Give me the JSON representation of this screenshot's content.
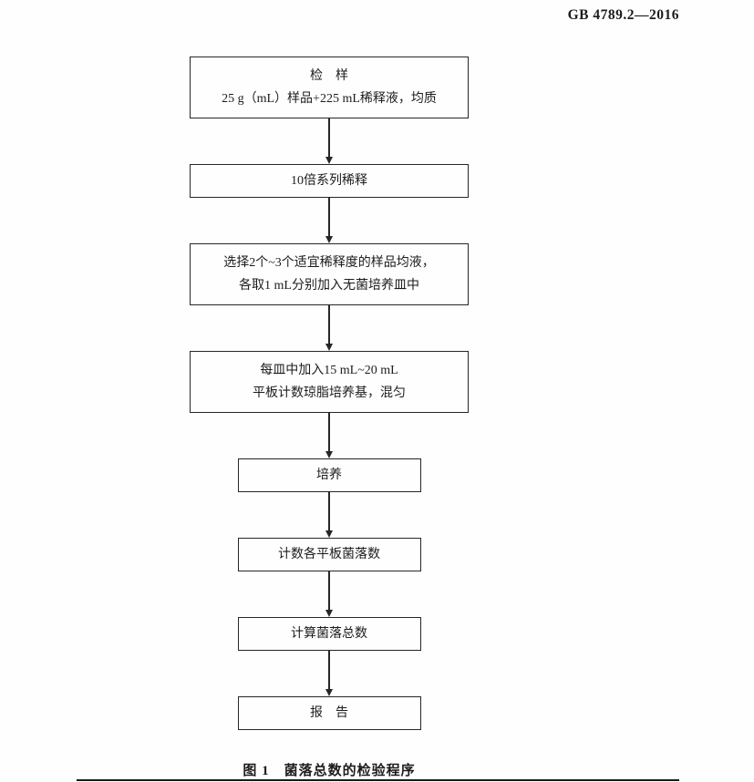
{
  "header": {
    "standard_number": "GB  4789.2—2016"
  },
  "flowchart": {
    "steps": [
      {
        "lines": [
          "检　样",
          "25 g（mL）样品+225 mL稀释液，均质"
        ]
      },
      {
        "lines": [
          "10倍系列稀释"
        ]
      },
      {
        "lines": [
          "选择2个~3个适宜稀释度的样品均液，",
          "各取1 mL分别加入无菌培养皿中"
        ]
      },
      {
        "lines": [
          "每皿中加入15 mL~20 mL",
          "平板计数琼脂培养基，混匀"
        ]
      },
      {
        "lines": [
          "培养"
        ]
      },
      {
        "lines": [
          "计数各平板菌落数"
        ]
      },
      {
        "lines": [
          "计算菌落总数"
        ]
      },
      {
        "lines": [
          "报　告"
        ]
      }
    ]
  },
  "caption": "图 1　菌落总数的检验程序"
}
